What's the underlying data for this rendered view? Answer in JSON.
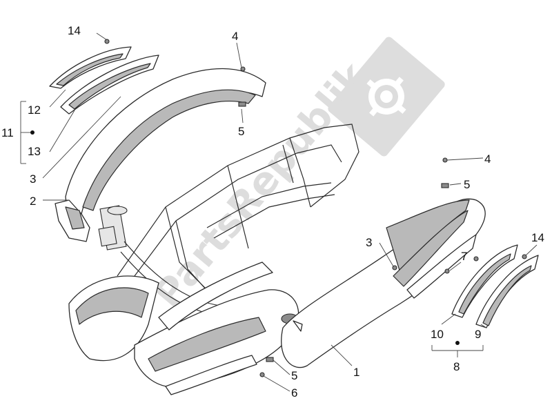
{
  "watermark": {
    "text": "PartsRepublik",
    "icon": "gear-icon",
    "color": "#dddddd"
  },
  "callouts": {
    "c14_top": "14",
    "c4_top": "4",
    "c12": "12",
    "c11": "11",
    "c13": "13",
    "c5_top": "5",
    "c3_left": "3",
    "c2": "2",
    "c4_right": "4",
    "c5_right": "5",
    "c3_right": "3",
    "c7": "7",
    "c14_right": "14",
    "c10": "10",
    "c9": "9",
    "c8": "8",
    "c1": "1",
    "c5_bottom": "5",
    "c6": "6"
  },
  "colors": {
    "line": "#2a2a2a",
    "shade": "#b9b9b9",
    "text": "#111111"
  }
}
